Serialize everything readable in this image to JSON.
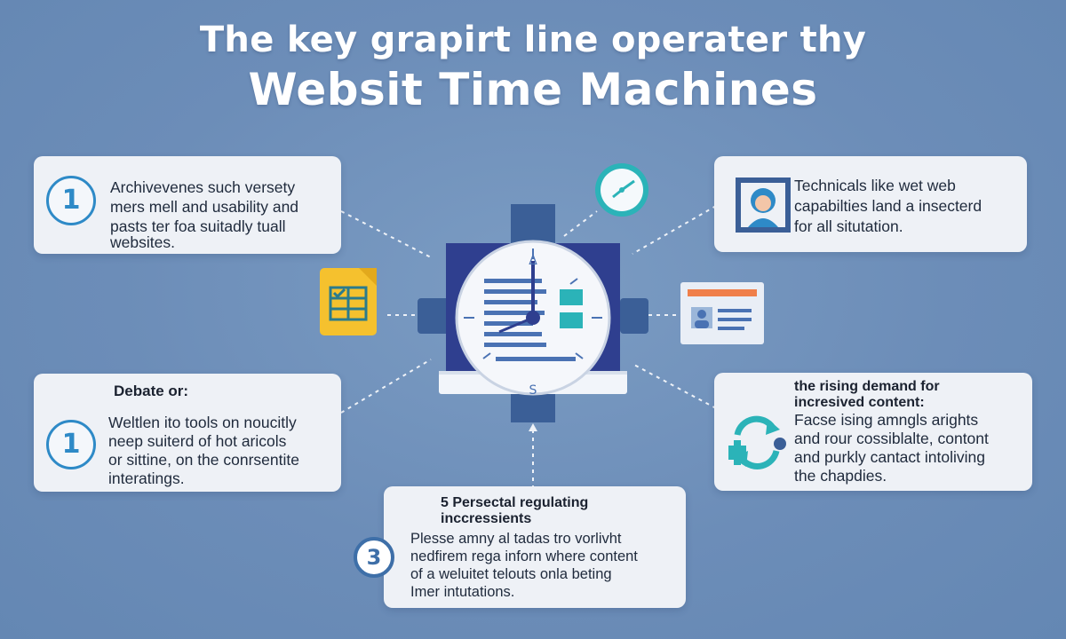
{
  "title": {
    "line1": "The key grapirt line operater thy",
    "line2": "Websit Time Machines"
  },
  "cards": [
    {
      "badge": "1",
      "lines": [
        "Archivevenes such versety",
        "mers mell and usability and",
        "pasts ter foa suitadly tuall",
        "websites."
      ]
    },
    {
      "lines": [
        "Technicals like wet web",
        "capabilties land a insecterd",
        "for all situtation."
      ]
    },
    {
      "heading": "Debate or:",
      "badge": "1",
      "lines": [
        "Weltlen ito tools on noucitly",
        "neep suiterd of hot aricols",
        "or sittine, on the conrsentite",
        "interatings."
      ]
    },
    {
      "heading_lines": [
        "the rising demand for",
        "incresived content:"
      ],
      "lines": [
        "Facse ising amngls arights",
        "and rour cossiblalte, contont",
        "and purkly cantact intoliving",
        "the chapdies."
      ]
    },
    {
      "badge": "3",
      "heading_lines": [
        "5 Persectal regulating",
        "inccressients"
      ],
      "lines": [
        "Plesse amny al tadas tro vorlivht",
        "nedfirem rega inforn where content",
        "of a weluitet telouts onla beting",
        "Imer intutations."
      ]
    }
  ],
  "center": {
    "base_label": "S"
  },
  "colors": {
    "background": "#6c8db8",
    "accent_blue": "#2e8ac7",
    "navy": "#2f3f8f",
    "teal": "#2bb3b8",
    "orange": "#f07f4a",
    "yellow": "#f5c12e"
  },
  "icons": [
    "stopwatch-icon",
    "clock-icon",
    "spreadsheet-icon",
    "profile-card-icon",
    "user-avatar-icon",
    "sync-arrows-icon",
    "laptop-icon"
  ]
}
